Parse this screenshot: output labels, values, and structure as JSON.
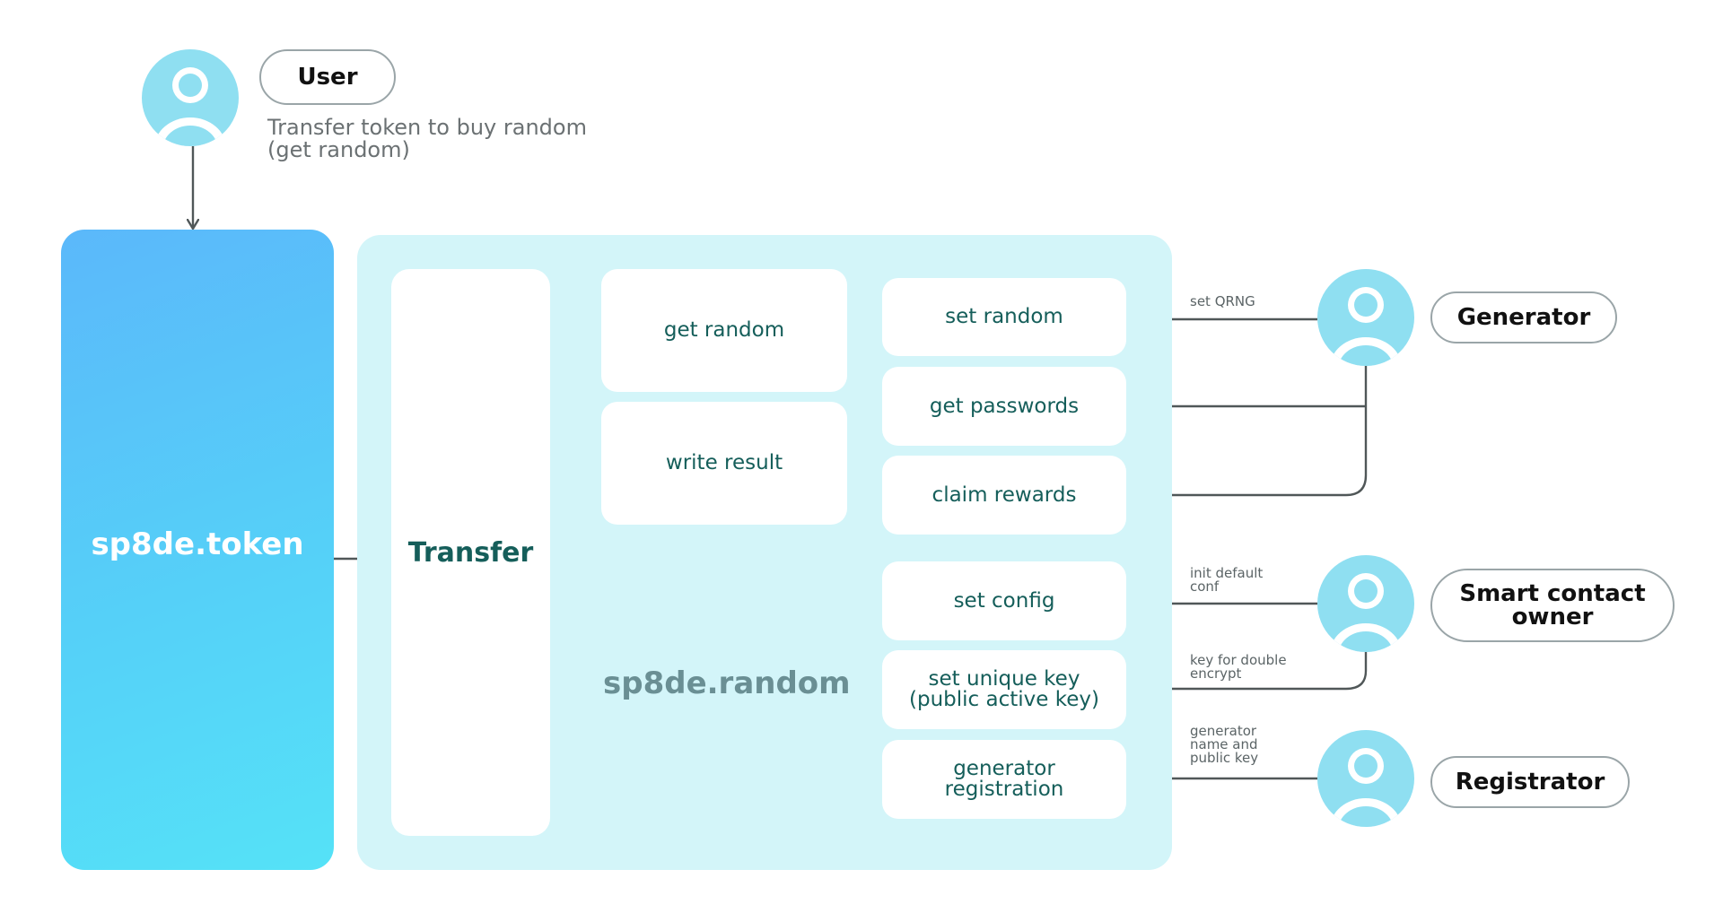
{
  "actors": {
    "user": {
      "label": "User",
      "description": "Transfer token to buy random\n(get random)"
    },
    "generator": {
      "label": "Generator"
    },
    "owner": {
      "label": "Smart contact\nowner"
    },
    "registrator": {
      "label": "Registrator"
    }
  },
  "token_panel": {
    "label": "sp8de.token"
  },
  "random_panel": {
    "label": "sp8de.random"
  },
  "transfer": {
    "label": "Transfer"
  },
  "actions": {
    "get_random": "get random",
    "write_result": "write result",
    "set_random": "set random",
    "get_passwords": "get passwords",
    "claim_rewards": "claim rewards",
    "set_config": "set config",
    "set_unique_key": "set unique key\n(public active key)",
    "generator_registration": "generator\nregistration"
  },
  "edges": {
    "set_qrng": "set QRNG",
    "init_default_conf": "init default\nconf",
    "key_for_double_encrypt": "key for double\nencrypt",
    "generator_name_key": "generator\nname and\npublic key"
  },
  "colors": {
    "token_gradient_top": "#5bb8fa",
    "token_gradient_bottom": "#55e2f7",
    "random_panel_bg": "#d3f5f9",
    "avatar": "#8fdff1",
    "action_text": "#155e5a",
    "arrow": "#505758"
  }
}
